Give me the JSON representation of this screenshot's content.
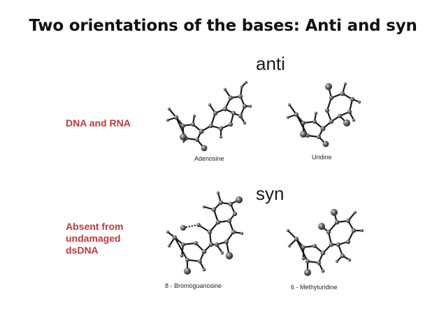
{
  "title": "Two orientations of the bases: Anti and syn",
  "sections": {
    "anti": {
      "label": "anti",
      "note": [
        "DNA and RNA"
      ],
      "captions": [
        "Adenosine",
        "Uridine"
      ]
    },
    "syn": {
      "label": "syn",
      "note": [
        "Absent from",
        "undamaged",
        "dsDNA"
      ],
      "captions": [
        "8 - Bromoguanosine",
        "6 - Methyluridine"
      ]
    }
  },
  "colors": {
    "note_text": "#c0393b",
    "title_text": "#111111",
    "atom_fill": "#3a3a3a",
    "bond": "#1a1a1a"
  }
}
